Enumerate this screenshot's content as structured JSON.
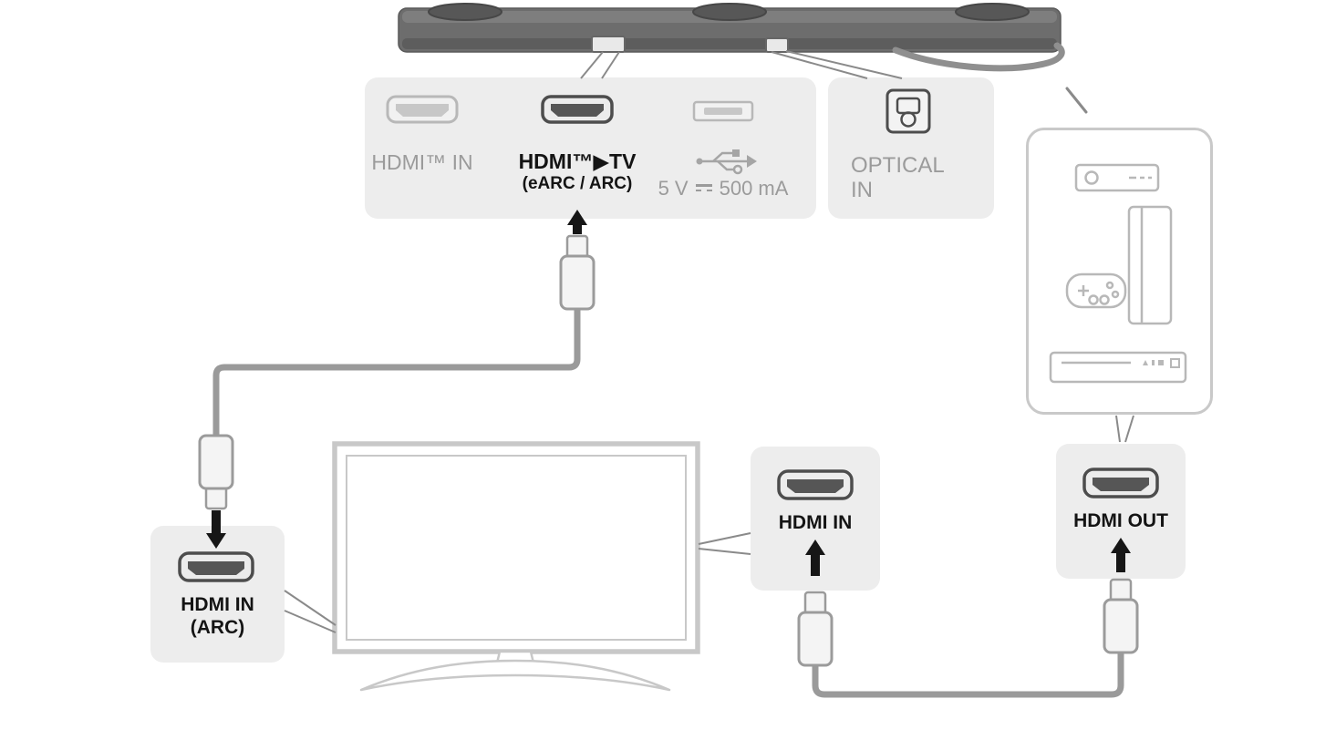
{
  "soundbar_ports_panel": {
    "hdmi_in_label": "HDMI™ IN",
    "hdmi_tv_label": "HDMI™▶TV",
    "hdmi_tv_sublabel": "(eARC / ARC)",
    "usb_label_full": "5 V ⎓ 500 mA",
    "usb_label_prefix": "5 V",
    "usb_label_suffix": "500 mA"
  },
  "optical_panel": {
    "label_line1": "OPTICAL",
    "label_line2": "IN"
  },
  "tv_arc_panel": {
    "label_line1": "HDMI IN",
    "label_line2": "(ARC)"
  },
  "tv_hdmi_in_panel": {
    "label": "HDMI IN"
  },
  "device_hdmi_out_panel": {
    "label": "HDMI OUT"
  },
  "colors": {
    "panel_background": "#ededed",
    "inactive_label": "#9b9b9b",
    "active_label": "#141414",
    "cable": "#9a9a9a",
    "soundbar_body": "#6d6d6d",
    "tv_outline": "#c8c8c8",
    "device_outline": "#b8b8b8",
    "arrow": "#161616"
  }
}
